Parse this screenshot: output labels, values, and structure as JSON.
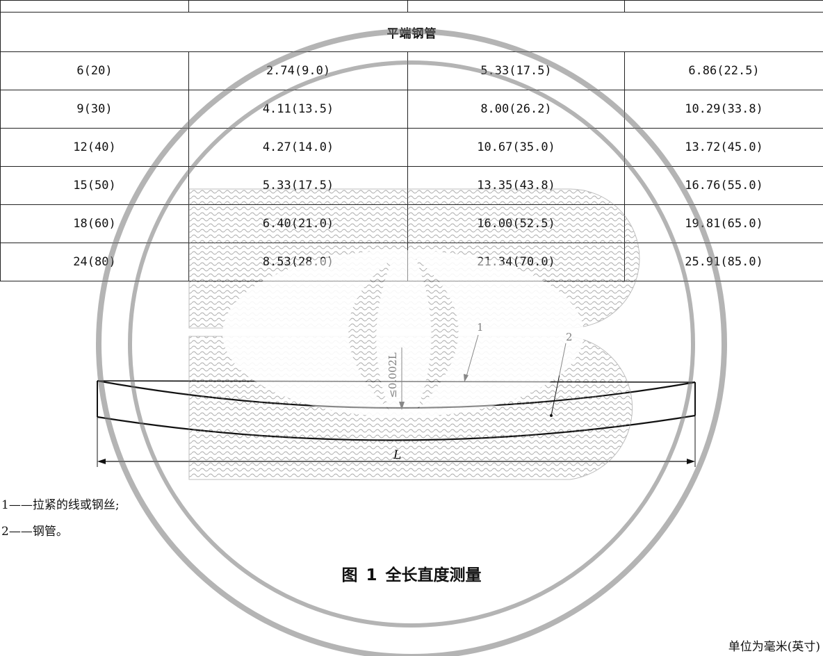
{
  "table": {
    "top_partial_row": [
      "",
      "",
      "",
      ""
    ],
    "section_title": "平端钢管",
    "rows": [
      [
        "6(20)",
        "2.74(9.0)",
        "5.33(17.5)",
        "6.86(22.5)"
      ],
      [
        "9(30)",
        "4.11(13.5)",
        "8.00(26.2)",
        "10.29(33.8)"
      ],
      [
        "12(40)",
        "4.27(14.0)",
        "10.67(35.0)",
        "13.72(45.0)"
      ],
      [
        "15(50)",
        "5.33(17.5)",
        "13.35(43.8)",
        "16.76(55.0)"
      ],
      [
        "18(60)",
        "6.40(21.0)",
        "16.00(52.5)",
        "19.81(65.0)"
      ],
      [
        "24(80)",
        "8.53(28.0)",
        "21.34(70.0)",
        "25.91(85.0)"
      ]
    ]
  },
  "figure": {
    "label_1": "1",
    "label_2": "2",
    "dimension_text": "≤0.002L",
    "length_label": "L"
  },
  "legend": {
    "item_1": "1——拉紧的线或钢丝;",
    "item_2": "2——钢管。"
  },
  "caption": "图 1  全长直度测量",
  "unit_note": "单位为毫米(英寸)",
  "watermark": {
    "color": "#7a7a7a",
    "opacity": 0.55
  }
}
